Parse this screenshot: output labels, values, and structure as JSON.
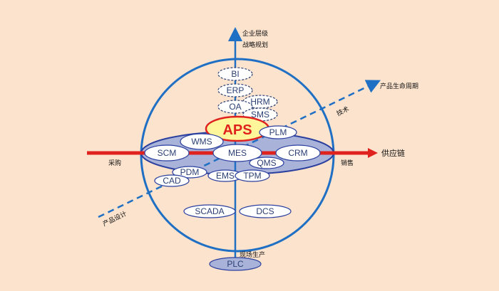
{
  "axes": {
    "vertical_top": [
      "企业层级",
      "战略规划"
    ],
    "vertical_bottom": "现场生产",
    "horizontal_left": "采购",
    "horizontal_right_arrow": "供应链",
    "horizontal_right": "销售",
    "diagonal_top": "产品生命周期",
    "diagonal_mid": "技术",
    "diagonal_bottom": "产品设计"
  },
  "center": {
    "label": "APS"
  },
  "upper_modules": [
    {
      "id": "bi",
      "label": "BI"
    },
    {
      "id": "erp",
      "label": "ERP"
    },
    {
      "id": "hrm",
      "label": "HRM"
    },
    {
      "id": "oa",
      "label": "OA"
    },
    {
      "id": "sms",
      "label": "SMS"
    }
  ],
  "ring_modules": [
    {
      "id": "plm",
      "label": "PLM"
    },
    {
      "id": "wms",
      "label": "WMS"
    },
    {
      "id": "scm",
      "label": "SCM"
    },
    {
      "id": "mes",
      "label": "MES"
    },
    {
      "id": "crm",
      "label": "CRM"
    },
    {
      "id": "qms",
      "label": "QMS"
    },
    {
      "id": "pdm",
      "label": "PDM"
    },
    {
      "id": "cad",
      "label": "CAD"
    },
    {
      "id": "ems",
      "label": "EMS"
    },
    {
      "id": "tpm",
      "label": "TPM"
    }
  ],
  "lower_modules": [
    {
      "id": "scada",
      "label": "SCADA"
    },
    {
      "id": "dcs",
      "label": "DCS"
    },
    {
      "id": "plc",
      "label": "PLC"
    }
  ],
  "colors": {
    "background": "#fbe3cd",
    "axis_blue": "#1f6fc4",
    "supply_red": "#e0221f",
    "aps_fill": "#fff59a",
    "aps_text": "#e0221f",
    "ring_fill": "#a9b3d9",
    "module_text": "#2b3f73"
  }
}
